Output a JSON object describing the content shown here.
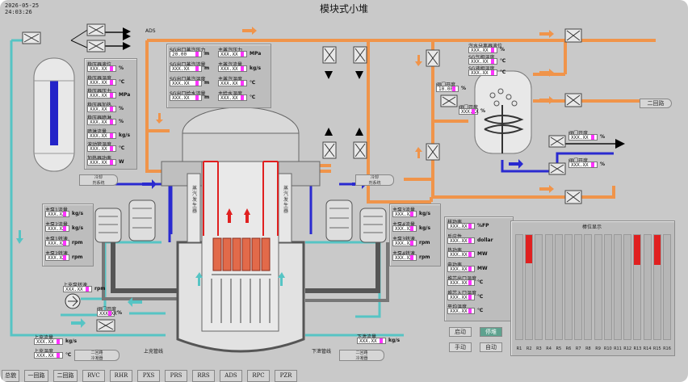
{
  "header": {
    "datetime": "2026-05-25\n24:03:26",
    "title": "模块式小堆"
  },
  "placeholder_value": "XXX.XX",
  "labels": {
    "ads": "ADS",
    "outlet_right": "二回路",
    "secondary_btn": "二回路\n冷凝器",
    "top_line": "上充管线",
    "bottom_line": "下泄管线",
    "sg_label_left": "蒸\n汽\n发\n生\n器",
    "sg_label_right": "蒸\n汽\n发\n生\n器",
    "chart_title": "棒位显示",
    "left_inlet_btn": "冷却\n剂系统",
    "right_inlet_btn": "冷却\n剂系统"
  },
  "pressurizer_panel": {
    "rows": [
      {
        "label": "稳压器液位",
        "unit": "%"
      },
      {
        "label": "稳压器温度",
        "unit": "℃"
      },
      {
        "label": "稳压器压力",
        "unit": "MPa"
      },
      {
        "label": "稳压器加热",
        "unit": "%"
      },
      {
        "label": "稳压器喷淋",
        "unit": "%"
      },
      {
        "label": "喷淋流量",
        "unit": "kg/s"
      },
      {
        "label": "波动管温度",
        "unit": "℃"
      },
      {
        "label": "加热器功率",
        "unit": "W"
      }
    ]
  },
  "top_panel": {
    "left": [
      {
        "label": "SG出口蒸汽压力",
        "value": "20.00",
        "unit": "m"
      },
      {
        "label": "SG出口蒸汽流量",
        "value": "XXX.XX",
        "unit": "m"
      },
      {
        "label": "SG出口蒸汽温度",
        "value": "XXX.XX",
        "unit": "m"
      },
      {
        "label": "SG出口给水流量",
        "value": "XXX.XX",
        "unit": "m"
      }
    ],
    "right": [
      {
        "label": "主蒸汽压力",
        "value": "XXX.XX",
        "unit": "MPa"
      },
      {
        "label": "主蒸汽流量",
        "value": "XXX.XX",
        "unit": "kg/s"
      },
      {
        "label": "主蒸汽温度",
        "value": "XXX.XX",
        "unit": "℃"
      },
      {
        "label": "主给水温度",
        "value": "XXX.XX",
        "unit": "℃"
      }
    ]
  },
  "tank_panel": {
    "rows": [
      {
        "label": "汽水分离器液位",
        "unit": "%"
      },
      {
        "label": "SG气相温度",
        "unit": "℃"
      },
      {
        "label": "SG液相温度",
        "unit": "℃"
      }
    ]
  },
  "left_pump_panel": {
    "rows": [
      {
        "label": "主泵1流量",
        "unit": "kg/s"
      },
      {
        "label": "主泵2流量",
        "unit": "kg/s"
      },
      {
        "label": "主泵1转速",
        "unit": "rpm"
      },
      {
        "label": "主泵2转速",
        "unit": "rpm"
      }
    ]
  },
  "right_pump_panel": {
    "rows": [
      {
        "label": "主泵3流量",
        "unit": "kg/s"
      },
      {
        "label": "主泵4流量",
        "unit": "kg/s"
      },
      {
        "label": "主泵3转速",
        "unit": "rpm"
      },
      {
        "label": "主泵4转速",
        "unit": "rpm"
      }
    ]
  },
  "reactor_panel": {
    "rows": [
      {
        "label": "核功率",
        "unit": "%FP"
      },
      {
        "label": "反应性",
        "unit": "dollar"
      },
      {
        "label": "热功率",
        "unit": "MW"
      },
      {
        "label": "电功率",
        "unit": "MW"
      },
      {
        "label": "堆芯出口温度",
        "unit": "℃"
      },
      {
        "label": "堆芯入口温度",
        "unit": "℃"
      },
      {
        "label": "平均温度",
        "unit": "℃"
      }
    ]
  },
  "misc_readouts": {
    "valve_top": {
      "label": "阀门开度",
      "value": "10.00",
      "unit": "%"
    },
    "valve_mid1": {
      "label": "阀门开度",
      "value": "XXX.XX",
      "unit": "%"
    },
    "valve_mid2": {
      "label": "阀门开度",
      "value": "XXX.XX",
      "unit": "%"
    },
    "valve_mid3": {
      "label": "阀门开度",
      "value": "XXX.XX",
      "unit": "%"
    },
    "charging_pump": {
      "label": "上充泵转速",
      "value": "XXX.XX",
      "unit": "rpm"
    },
    "charging_valve": {
      "label": "阀门开度",
      "value": "XXX.XX",
      "unit": "%"
    },
    "top_flow": {
      "label": "上充流量",
      "value": "XXX.XX",
      "unit": "kg/s"
    },
    "top_temp": {
      "label": "上充温度",
      "value": "XXX.XX",
      "unit": "℃"
    },
    "letdown_flow": {
      "label": "下泄流量",
      "value": "XXX.XX",
      "unit": "kg/s"
    }
  },
  "control_buttons": [
    "启动",
    "停堆",
    "手动",
    "自动"
  ],
  "rod_chart": {
    "type": "bar",
    "title": "棒位显示",
    "categories": [
      "R1",
      "R2",
      "R3",
      "R4",
      "R5",
      "R6",
      "R7",
      "R8",
      "R9",
      "R10",
      "R11",
      "R12",
      "R13",
      "R14",
      "R15",
      "R16"
    ],
    "red_levels": [
      0,
      0.27,
      0,
      0,
      0,
      0,
      0,
      0,
      0,
      0,
      0,
      0,
      0.29,
      0,
      0.29,
      0
    ]
  },
  "bottom_tabs": [
    "总貌",
    "一回路",
    "二回路",
    "RVC",
    "RHR",
    "PXS",
    "PRS",
    "RRS",
    "ADS",
    "RPC",
    "PZR"
  ],
  "colors": {
    "orange": "#f0944a",
    "cyan": "#56c4c4",
    "blue": "#2a2ad0",
    "red": "#e02020",
    "magenta": "#ff33ff"
  }
}
